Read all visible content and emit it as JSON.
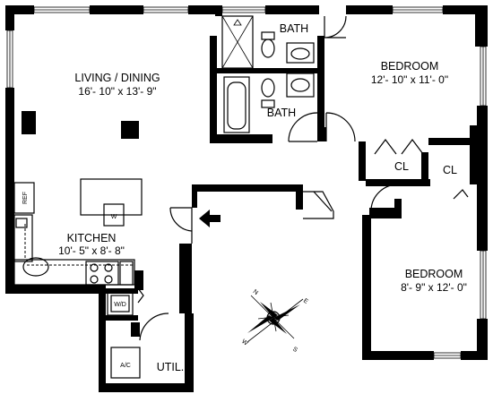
{
  "rooms": {
    "living": {
      "name": "LIVING / DINING",
      "dims": "16'- 10\" x 13'- 9\""
    },
    "bath_top": {
      "name": "BATH"
    },
    "bath_bottom": {
      "name": "BATH"
    },
    "bedroom_1": {
      "name": "BEDROOM",
      "dims": "12'- 10\" x 11'- 0\""
    },
    "closet_1": {
      "name": "CL"
    },
    "closet_2": {
      "name": "CL"
    },
    "kitchen": {
      "name": "KITCHEN",
      "dims": "10'- 5\" x 8'- 8\""
    },
    "bedroom_2": {
      "name": "BEDROOM",
      "dims": "8'- 9\" x 12'- 0\""
    },
    "utility": {
      "name": "UTIL."
    }
  },
  "fixtures": {
    "ref": "REF",
    "washer": "W",
    "wd": "W/D",
    "ac": "A/C"
  },
  "compass": {
    "n": "N",
    "e": "E",
    "s": "S",
    "w": "W"
  }
}
